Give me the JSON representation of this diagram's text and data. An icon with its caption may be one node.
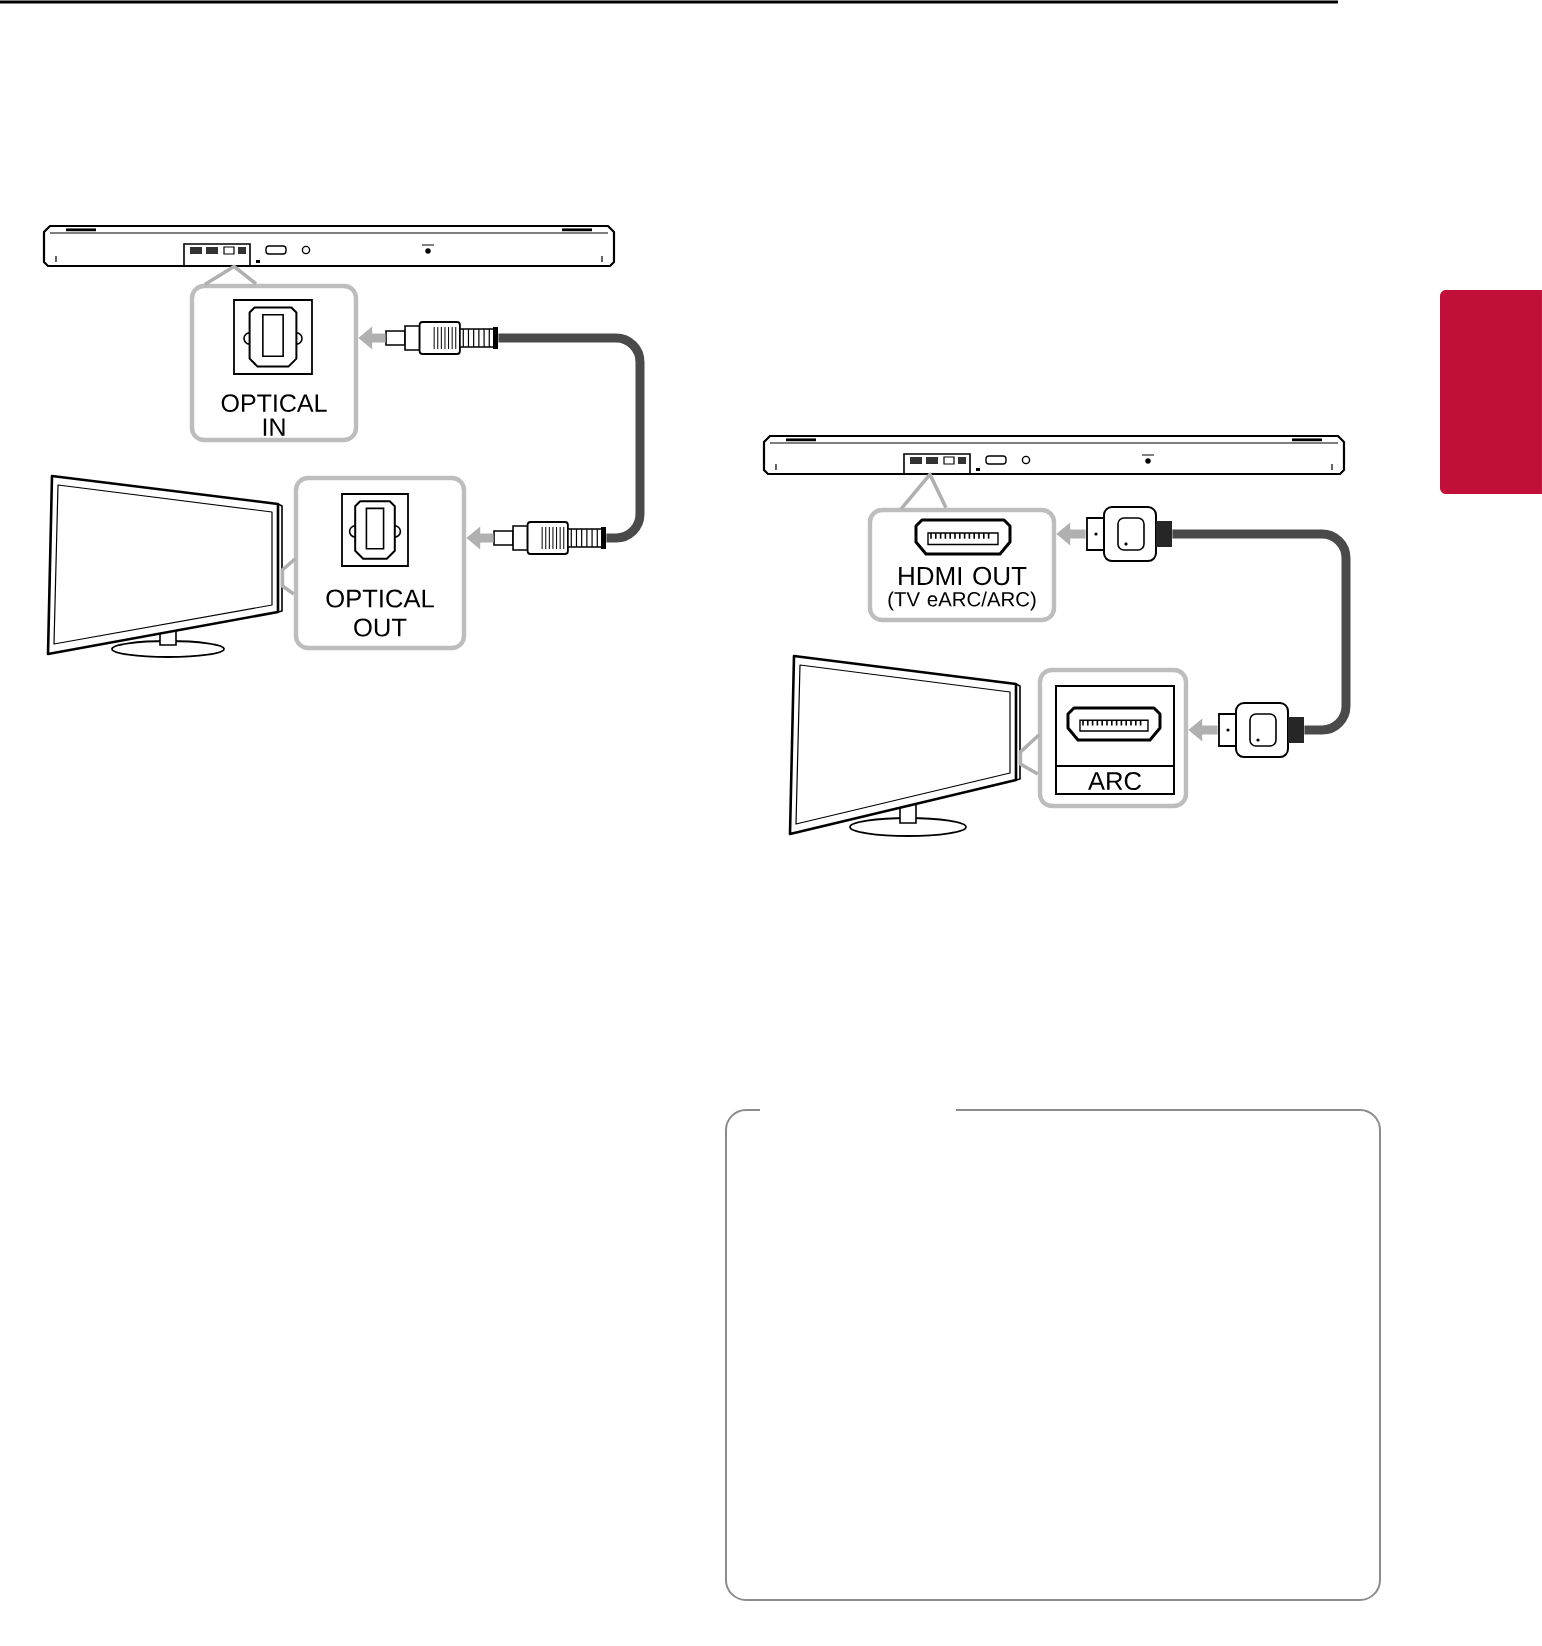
{
  "diagram": {
    "nodes": [
      {
        "text": [],
        "shape": "picture"
      },
      {
        "text": [
          "OPTICAL IN"
        ]
      },
      {
        "text": [],
        "shape": "picture"
      },
      {
        "text": [],
        "shape": "picture"
      },
      {
        "text": [
          "OPTICAL OUT"
        ]
      },
      {
        "text": [],
        "shape": "picture"
      },
      {
        "text": [],
        "shape": "picture"
      },
      {
        "text": [
          "HDMI OUT",
          "(TV eARC/ARC)"
        ]
      },
      {
        "text": [],
        "shape": "picture"
      },
      {
        "text": [],
        "shape": "picture"
      },
      {
        "text": [
          "ARC"
        ]
      },
      {
        "text": [],
        "shape": "picture"
      }
    ],
    "edges": [
      {
        "from": 1,
        "to": 0,
        "arrow": "none"
      },
      {
        "from": 2,
        "to": 1,
        "arrow": "to"
      },
      {
        "from": 4,
        "to": 3,
        "arrow": "none"
      },
      {
        "from": 5,
        "to": 4,
        "arrow": "to"
      },
      {
        "from": 5,
        "to": 2,
        "arrow": "none",
        "color": "#4a4a4a"
      },
      {
        "from": 7,
        "to": 6,
        "arrow": "none"
      },
      {
        "from": 8,
        "to": 7,
        "arrow": "to"
      },
      {
        "from": 10,
        "to": 9,
        "arrow": "none"
      },
      {
        "from": 11,
        "to": 10,
        "arrow": "to"
      },
      {
        "from": 11,
        "to": 8,
        "arrow": "none",
        "color": "#4a4a4a"
      }
    ]
  }
}
